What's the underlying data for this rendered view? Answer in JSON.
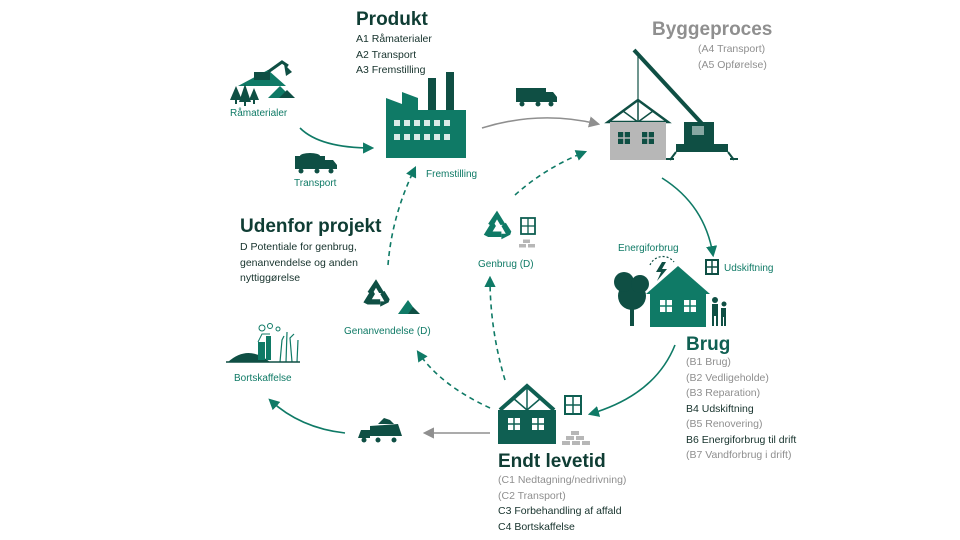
{
  "produkt": {
    "title": "Produkt",
    "items": [
      "A1 Råmaterialer",
      "A2 Transport",
      "A3 Fremstilling"
    ]
  },
  "byggeproces": {
    "title": "Byggeproces",
    "items": [
      "(A4 Transport)",
      "(A5 Opførelse)"
    ]
  },
  "brug": {
    "title": "Brug",
    "items": [
      {
        "text": "(B1 Brug)",
        "style": "grey"
      },
      {
        "text": "(B2 Vedligeholde)",
        "style": "grey"
      },
      {
        "text": "(B3 Reparation)",
        "style": "grey"
      },
      {
        "text": "B4 Udskiftning",
        "style": "dark"
      },
      {
        "text": "(B5 Renovering)",
        "style": "grey"
      },
      {
        "text": "B6 Energiforbrug til drift",
        "style": "dark"
      },
      {
        "text": "(B7 Vandforbrug i drift)",
        "style": "grey"
      }
    ]
  },
  "endt_levetid": {
    "title": "Endt levetid",
    "items": [
      {
        "text": "(C1 Nedtagning/nedrivning)",
        "style": "grey"
      },
      {
        "text": "(C2 Transport)",
        "style": "grey"
      },
      {
        "text": "C3 Forbehandling af affald",
        "style": "dark"
      },
      {
        "text": "C4 Bortskaffelse",
        "style": "dark"
      }
    ]
  },
  "udenfor": {
    "title": "Udenfor projekt",
    "items": [
      "D Potentiale for genbrug,",
      "genanvendelse og anden",
      "nyttiggørelse"
    ]
  },
  "labels": {
    "ramaterialer": "Råmaterialer",
    "transport": "Transport",
    "fremstilling": "Fremstilling",
    "energiforbrug": "Energiforbrug",
    "udskiftning": "Udskiftning",
    "genbrug": "Genbrug (D)",
    "genanvendelse": "Genanvendelse (D)",
    "bortskaffelse": "Bortskaffelse"
  },
  "colors": {
    "teal": "#0f7a66",
    "dark_teal": "#0f5f52",
    "grey": "#8f8f8f",
    "light_grey": "#b7b7b7"
  }
}
